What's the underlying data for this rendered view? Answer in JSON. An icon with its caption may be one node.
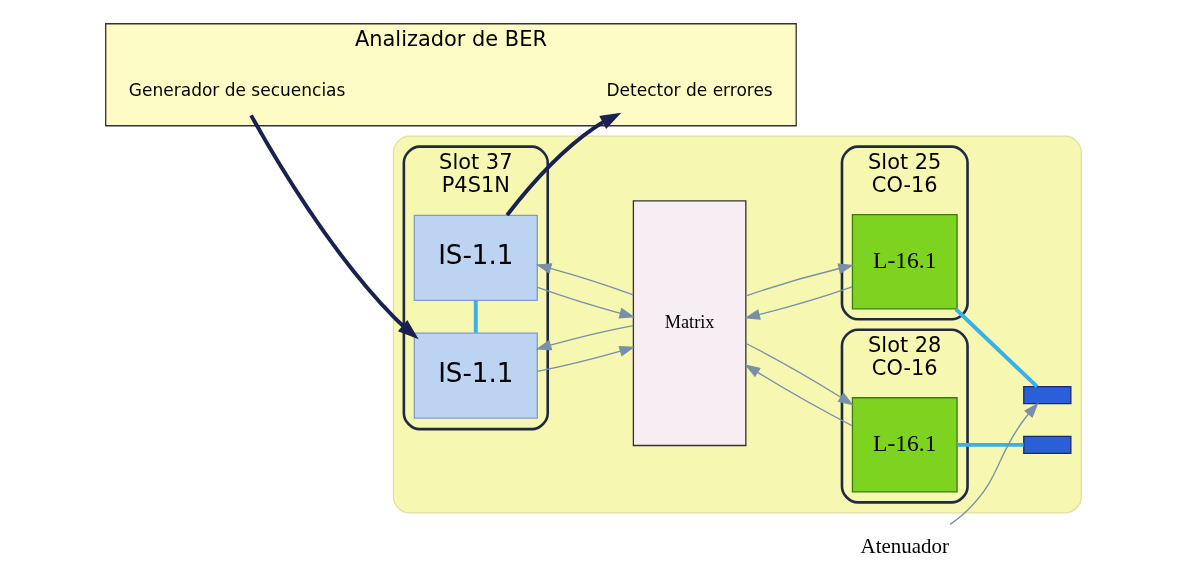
{
  "diagram": {
    "nodes": [
      {
        "text": [
          "Analizador de BER"
        ]
      },
      {
        "text": [
          "Detector de errores"
        ],
        "in": 0
      },
      {
        "text": [
          "Generador de secuencias"
        ],
        "in": 0
      },
      {
        "text": [],
        "shape": "box"
      },
      {
        "text": [
          "Slot 37",
          "P4S1N"
        ],
        "in": 3
      },
      {
        "text": [
          "IS-1.1"
        ],
        "in": 4
      },
      {
        "text": [
          "IS-1.1"
        ],
        "in": 4
      },
      {
        "text": [
          "Matrix"
        ],
        "in": 3
      },
      {
        "text": [
          "Slot 25",
          "CO-16"
        ],
        "in": 3
      },
      {
        "text": [
          "L-16.1"
        ],
        "in": 8
      },
      {
        "text": [],
        "shape": "box",
        "in": 3
      },
      {
        "text": [
          "Slot 28",
          "CO-16"
        ],
        "in": 3
      },
      {
        "text": [
          "L-16.1"
        ],
        "in": 11
      },
      {
        "text": [],
        "shape": "box",
        "in": 3
      },
      {
        "text": [
          "Atenuador"
        ]
      }
    ],
    "edges": [
      {
        "from": 5,
        "to": 1,
        "arrow": "to",
        "style": "thick",
        "color": "#1a2050"
      },
      {
        "from": 2,
        "to": 6,
        "arrow": "to",
        "style": "thick",
        "color": "#1a2050"
      },
      {
        "from": 5,
        "to": 6,
        "arrow": "none",
        "style": "thick",
        "color": "#3ab0e8"
      },
      {
        "from": 5,
        "to": 7,
        "arrow": "to"
      },
      {
        "from": 7,
        "to": 5,
        "arrow": "to"
      },
      {
        "from": 6,
        "to": 7,
        "arrow": "to"
      },
      {
        "from": 7,
        "to": 6,
        "arrow": "to"
      },
      {
        "from": 7,
        "to": 9,
        "arrow": "to"
      },
      {
        "from": 9,
        "to": 7,
        "arrow": "to"
      },
      {
        "from": 7,
        "to": 12,
        "arrow": "to"
      },
      {
        "from": 12,
        "to": 7,
        "arrow": "to"
      },
      {
        "from": 9,
        "to": 10,
        "arrow": "none",
        "style": "thick",
        "color": "#3ab0e8"
      },
      {
        "from": 12,
        "to": 13,
        "arrow": "none",
        "style": "thick",
        "color": "#3ab0e8"
      },
      {
        "from": 14,
        "to": 10,
        "arrow": "to"
      }
    ]
  }
}
